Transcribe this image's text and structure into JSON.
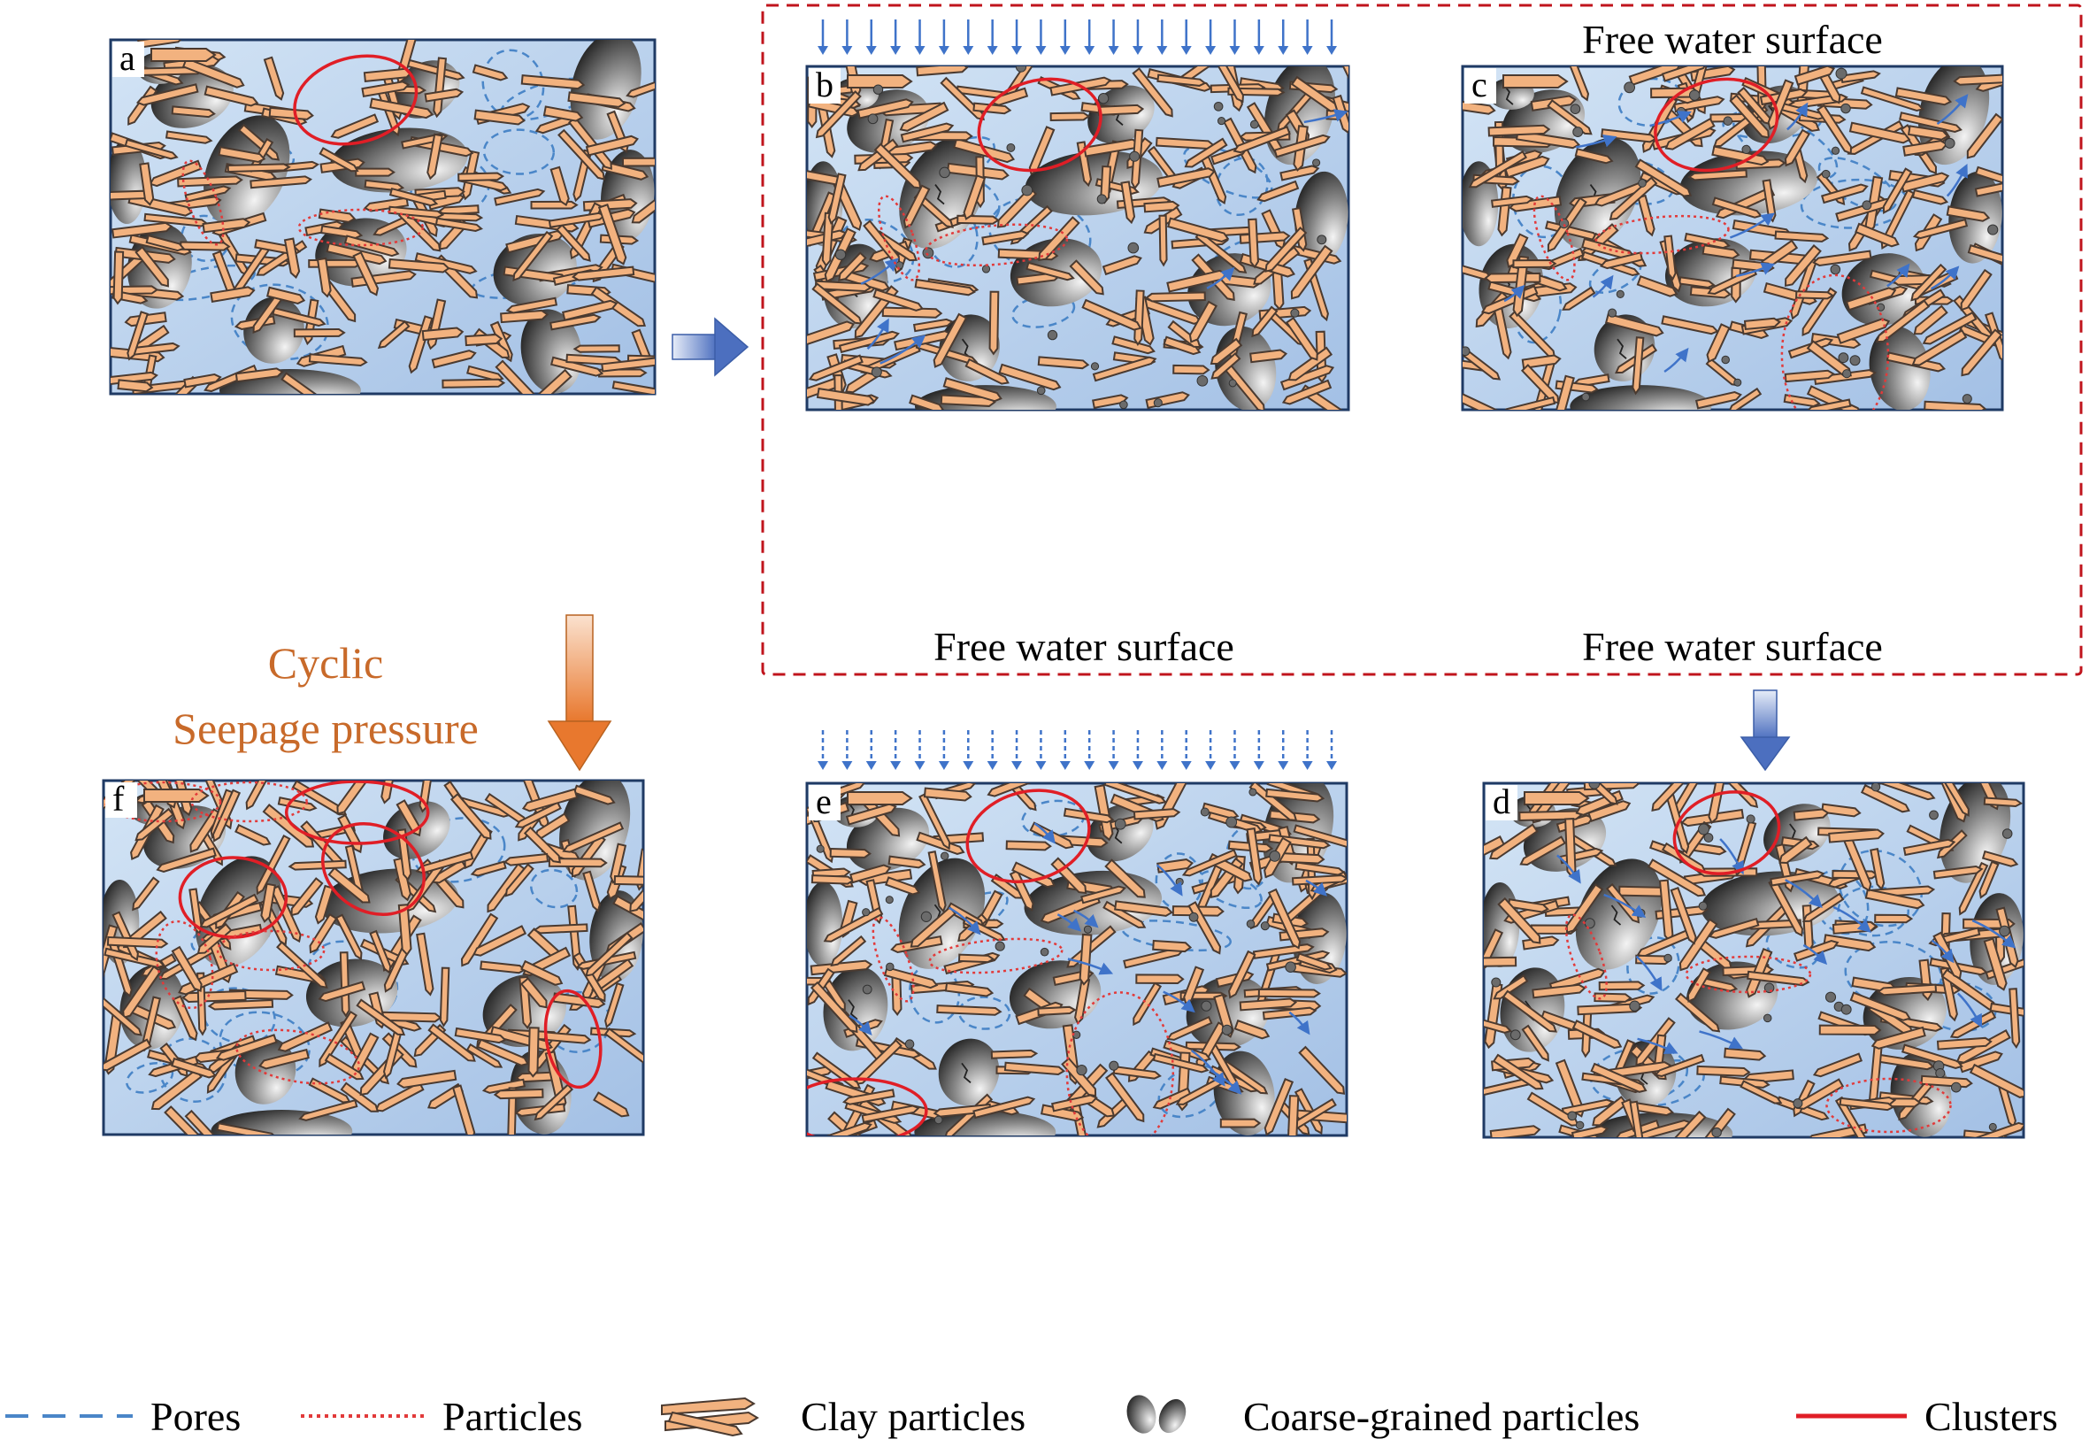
{
  "panels": [
    {
      "id": "a",
      "label": "a"
    },
    {
      "id": "b",
      "label": "b"
    },
    {
      "id": "c",
      "label": "c"
    },
    {
      "id": "d",
      "label": "d"
    },
    {
      "id": "e",
      "label": "e"
    },
    {
      "id": "f",
      "label": "f"
    }
  ],
  "captions": {
    "b_bottom": "Free water surface",
    "c_top": "Free water surface",
    "c_bottom": "Free water surface"
  },
  "process_label": {
    "line1": "Cyclic",
    "line2": "Seepage pressure"
  },
  "legend": [
    {
      "key": "pores",
      "label": "Pores",
      "icon": "dashed-blue-line",
      "color": "#4a86c8"
    },
    {
      "key": "particles",
      "label": "Particles",
      "icon": "dotted-red-line",
      "color": "#e23a3a"
    },
    {
      "key": "clay",
      "label": "Clay particles",
      "icon": "clay-rods-icon",
      "color": "#f2b27f"
    },
    {
      "key": "coarse",
      "label": "Coarse-grained particles",
      "icon": "coarse-grain-icon",
      "color": "#2b2b2b"
    },
    {
      "key": "clusters",
      "label": "Clusters",
      "icon": "solid-red-line",
      "color": "#e01e26"
    }
  ],
  "colors": {
    "panel_fill_top": "#c9ddf2",
    "panel_fill_bottom": "#a9c6e8",
    "panel_border": "#1f3a64",
    "clay": "#f2b27f",
    "pore": "#4a86c8",
    "cluster": "#e01e26",
    "dashed_box": "#c0141c",
    "arrow_orange": "#e8782e",
    "arrow_blue": "#4c6fbf"
  }
}
